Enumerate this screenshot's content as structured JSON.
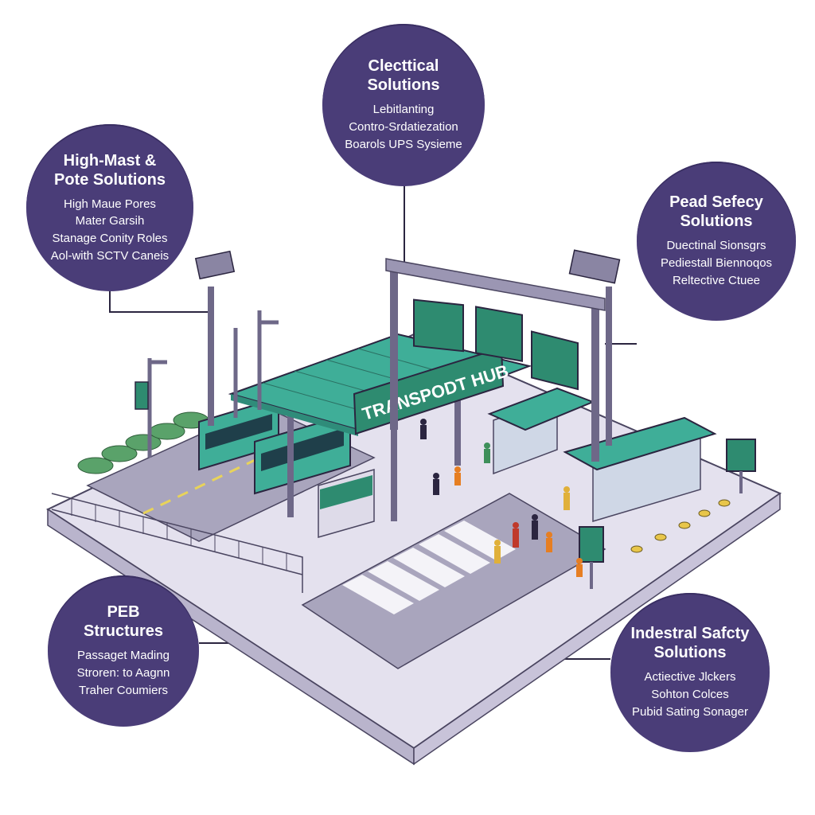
{
  "bubbles": {
    "electrical": {
      "title_line1": "Clecttical",
      "title_line2": "Solutions",
      "items": [
        "Lebitlanting",
        "Contro-Srdatiezation",
        "Boarols UPS Sysieme"
      ]
    },
    "highmast": {
      "title_line1": "High-Mast &",
      "title_line2": "Pote Solutions",
      "items": [
        "High Maue Pores",
        "Mater Garsih",
        "Stanage Conity Roles",
        "Aol-with SCTV Caneis"
      ]
    },
    "road": {
      "title_line1": "Pead Sefecy",
      "title_line2": "Solutions",
      "items": [
        "Duectinal Sionsgrs",
        "Pediestall Biennoqos",
        "Reltective Ctuee"
      ]
    },
    "peb": {
      "title_line1": "PEB",
      "title_line2": "Structures",
      "items": [
        "Passaget Mading",
        "Stroren: to Aagnn",
        "Traher Coumiers"
      ]
    },
    "industrial": {
      "title_line1": "Indestral Safcty",
      "title_line2": "Solutions",
      "items": [
        "Actiective Jlckers",
        "Sohton Colces",
        "Pubid Sating Sonager"
      ]
    }
  },
  "scene": {
    "hub_sign": "TRANSPODT HUB"
  },
  "colors": {
    "bubble": "#4a3d78",
    "teal": "#3fae98",
    "teal_dark": "#2f8c7a",
    "sign_green": "#2e8b70",
    "ground": "#d9d6e6",
    "road": "#a9a5bd",
    "outline": "#4a4560"
  }
}
